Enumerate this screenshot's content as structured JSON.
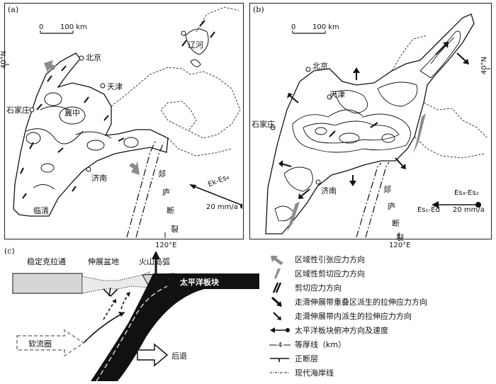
{
  "panel_a": {
    "label": "(a)",
    "scale_zero": "0",
    "scale_text": "100 km",
    "lat_label": "40°N",
    "lon_label": "120°E",
    "cities": {
      "beijing": "北京",
      "tianjin": "天津",
      "shijiazhuang": "石家庄",
      "jinan": "济南",
      "liaohe": "辽河",
      "jizhong": "冀中",
      "linqing": "临清"
    },
    "fault_chars": [
      "郯",
      "庐",
      "断",
      "裂"
    ],
    "vector_label": "Ek-Es₄",
    "vector_speed": "20 mm/a"
  },
  "panel_b": {
    "label": "(b)",
    "scale_zero": "0",
    "scale_text": "100 km",
    "lat_label": "40°N",
    "lon_label": "120°E",
    "cities": {
      "beijing": "北京",
      "tianjin": "天津",
      "shijiazhuang": "石家庄",
      "jinan": "济南"
    },
    "fault_chars": [
      "郯",
      "庐",
      "断",
      "裂"
    ],
    "vector_label_top": "Es₃-Es₂",
    "vector_label_bottom": "Es₁-Ed",
    "vector_speed": "20 mm/a"
  },
  "panel_c": {
    "label": "(c)",
    "craton": "稳定克拉通",
    "basin": "伸展盆地",
    "arc": "火山岛弧",
    "plate": "太平洋板块",
    "asthenosphere": "软流圈",
    "retreat": "后退"
  },
  "legend": [
    {
      "icon": "gray-wide-arrow-icon",
      "text": "区域性引张应力方向"
    },
    {
      "icon": "gray-thin-arrow-icon",
      "text": "区域性剪切应力方向"
    },
    {
      "icon": "shear-arrow-icon",
      "text": "剪切应力方向"
    },
    {
      "icon": "black-arrow-icon",
      "text": "走滑伸展带重叠区派生的拉伸应力方向"
    },
    {
      "icon": "black-arrow-small-icon",
      "text": "走滑伸展带内派生的拉伸应力方向"
    },
    {
      "icon": "pin-arrow-icon",
      "text": "太平洋板块俯冲方向及速度"
    },
    {
      "icon": "isopach-icon",
      "text": "等厚线（km）",
      "line_label": "4"
    },
    {
      "icon": "normal-fault-icon",
      "text": "正断层"
    },
    {
      "icon": "coastline-icon",
      "text": "现代海岸线"
    }
  ],
  "colors": {
    "gray_arrow": "#8c8c8c",
    "ink": "#111111",
    "basin_fill": "#d6d6d6"
  }
}
